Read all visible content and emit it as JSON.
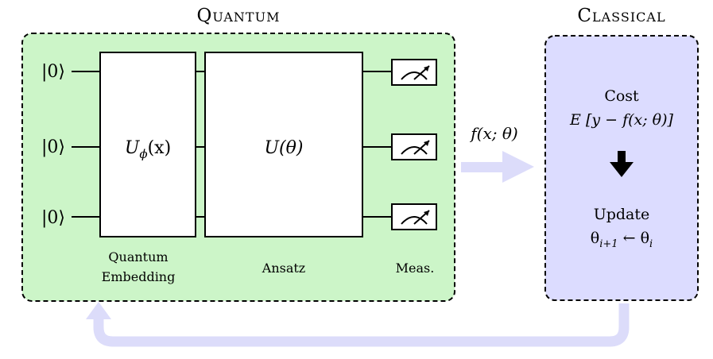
{
  "quantum_panel": {
    "title": "Quantum",
    "fill": "#ccf5c8",
    "qubit_labels": [
      "|0⟩",
      "|0⟩",
      "|0⟩"
    ],
    "embedding_gate": "Uϕ(x)",
    "embedding_gate_sub": "ϕ",
    "embedding_gate_main": "U",
    "embedding_gate_arg": "(x)",
    "ansatz_gate": "U(θ)",
    "labels": {
      "embedding_line1": "Quantum",
      "embedding_line2": "Embedding",
      "ansatz": "Ansatz",
      "measure": "Meas."
    }
  },
  "classical_panel": {
    "title": "Classical",
    "fill": "#dcdcff",
    "cost_label": "Cost",
    "cost_expr": "E [y − f(x; θ)]",
    "update_label": "Update",
    "update_expr": "θi+1 ← θi"
  },
  "flow": {
    "forward_label": "f(x; θ)",
    "arrow_color": "#dcdcfa"
  }
}
